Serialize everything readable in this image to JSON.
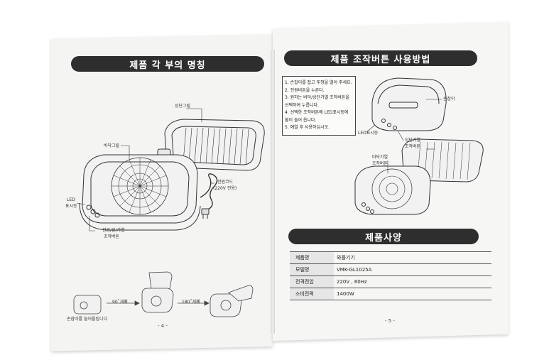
{
  "left_page": {
    "banner": "제품 각 부의 명칭",
    "labels": {
      "top_grill": "상단그릴",
      "bottom_grill": "바닥그릴",
      "power_cord": "전원코드",
      "power_cord_spec": "(220V 전용)",
      "led": "LED",
      "led_display": "표시등",
      "power_button": "전원/상/가열",
      "control_button": "조작버튼"
    },
    "angle_90": "90˚개폐",
    "angle_180": "180˚개폐",
    "caption": "손잡이를 들어올립니다",
    "page_number": "- 4 -"
  },
  "right_page": {
    "banner_top": "제품 조작버튼 사용방법",
    "steps": [
      "1. 손잡이를 잡고 뚜껑을 열어 주세요.",
      "2. 전원버튼을 누른다.",
      "3. 원하는 바닥/상단가열 조작버튼을",
      "    선택하여 누릅니다.",
      "4. 선택한 조작버튼에 LED표시등에",
      "    불이 들어 옵니다.",
      "5. 예열 후 사용하십시오."
    ],
    "labels": {
      "handle": "손잡이",
      "led_display": "LED표시등",
      "top_heat": "상단가열",
      "top_heat_btn": "조작버튼",
      "bottom_heat": "바닥가열",
      "bottom_heat_btn": "조작버튼"
    },
    "banner_spec": "제품사양",
    "spec": [
      {
        "key": "제품명",
        "value": "와플기기"
      },
      {
        "key": "모델명",
        "value": "VMK-GL1025A"
      },
      {
        "key": "전격전압",
        "value": "220V , 60Hz"
      },
      {
        "key": "소비전력",
        "value": "1400W"
      }
    ],
    "page_number": "- 5 -"
  }
}
